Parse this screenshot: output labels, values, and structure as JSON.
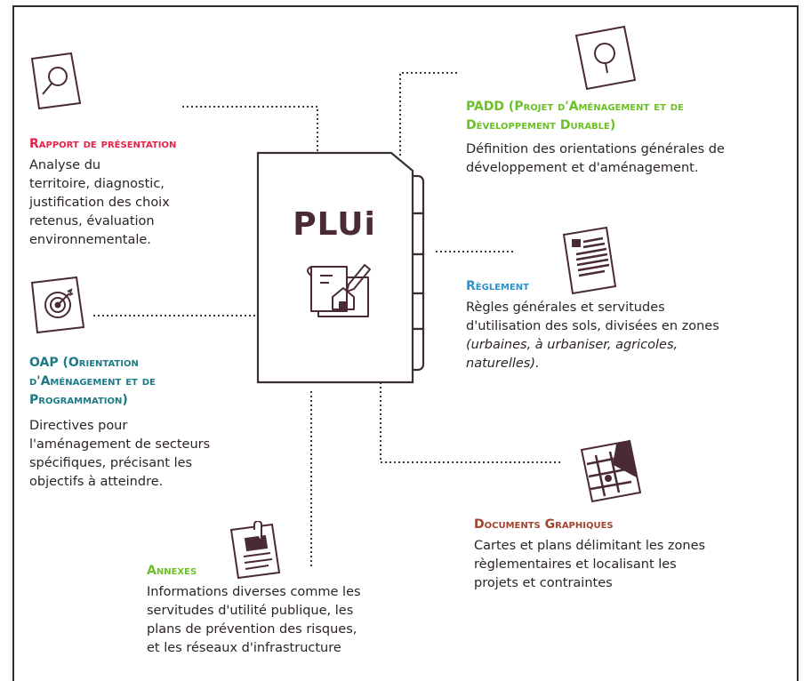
{
  "center": {
    "title": "PLUi"
  },
  "rapport": {
    "title": "Rapport de présentation",
    "desc_lines": [
      "Analyse du",
      "territoire, diagnostic,",
      "justification des choix",
      "retenus, évaluation",
      "environnementale."
    ]
  },
  "padd": {
    "title_lines": [
      "PADD (Projet d'Aménagement et de",
      "Développement Durable)"
    ],
    "desc_lines": [
      "Définition des orientations générales de",
      "développement et d'aménagement."
    ]
  },
  "reglement": {
    "title": "Règlement",
    "desc_lines": [
      "Règles générales et servitudes",
      "d'utilisation des sols, divisées en zones"
    ],
    "desc_italic_lines": [
      "(urbaines, à urbaniser, agricoles,",
      "naturelles)."
    ]
  },
  "oap": {
    "title_lines": [
      "OAP (Orientation",
      "d'Aménagement et de",
      "Programmation)"
    ],
    "desc_lines": [
      "Directives pour",
      "l'aménagement de secteurs",
      "spécifiques, précisant les",
      "objectifs à atteindre."
    ]
  },
  "documents": {
    "title": "Documents Graphiques",
    "desc_lines": [
      "Cartes et plans délimitant les zones",
      "règlementaires et localisant les",
      "projets et contraintes"
    ]
  },
  "annexes": {
    "title": "Annexes",
    "desc_lines": [
      "Informations diverses comme les",
      "servitudes d'utilité publique, les",
      "plans de prévention des risques,",
      "et les réseaux d'infrastructure"
    ]
  },
  "colors": {
    "rapport": "#e5234a",
    "padd": "#6cbf26",
    "reglement": "#2b93c9",
    "oap": "#1d7a86",
    "documents": "#a2432f",
    "annexes": "#6cbf26",
    "plui_text": "#4a2a37",
    "icon": "#4a2a37"
  },
  "icons": {
    "rapport": "magnifier-icon",
    "padd": "tree-icon",
    "reglement": "document-lines-icon",
    "oap": "target-icon",
    "documents": "map-icon",
    "annexes": "paperclip-document-icon",
    "center": "plan-house-pencil-icon"
  }
}
